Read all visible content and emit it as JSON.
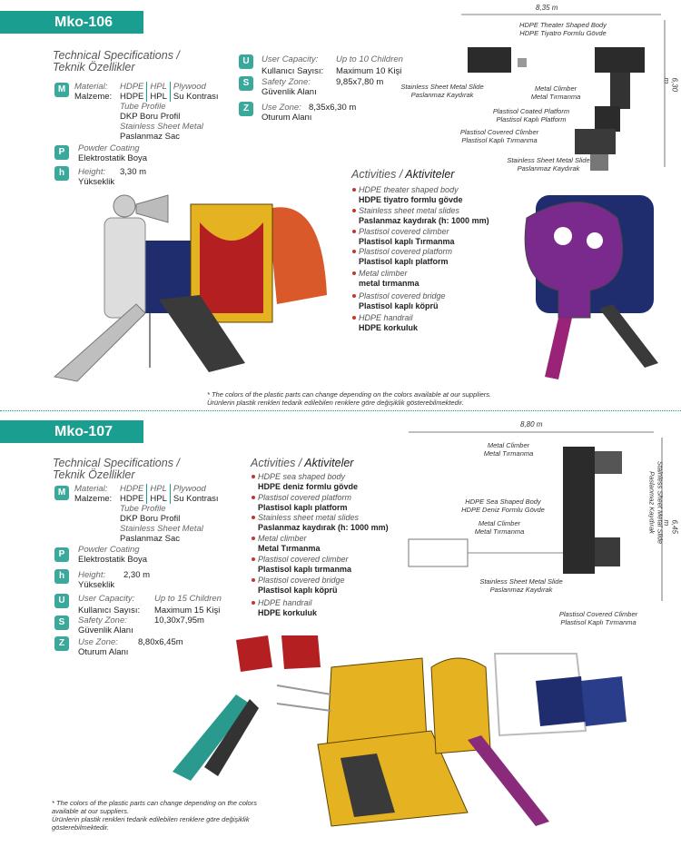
{
  "mko106": {
    "tag": "Mko-106",
    "tech_title_en": "Technical Specifications /",
    "tech_title_tr": "Teknik Özellikler",
    "material": {
      "label_en": "Material:",
      "label_tr": "Malzeme:",
      "col1_en": "HDPE",
      "col1_tr": "HDPE",
      "col2_en": "HPL",
      "col2_tr": "HPL",
      "col3_en": "Plywood",
      "col3_tr": "Su Kontrası",
      "tube_en": "Tube Profile",
      "tube_tr": "DKP Boru Profil",
      "sheet_en": "Stainless Sheet Metal",
      "sheet_tr": "Paslanmaz Sac"
    },
    "powder_en": "Powder Coating",
    "powder_tr": "Elektrostatik Boya",
    "height_label_en": "Height:",
    "height_value": "3,30 m",
    "height_label_tr": "Yükseklik",
    "capacity_label_en": "User Capacity:",
    "capacity_value_en": "Up to 10 Children",
    "capacity_label_tr": "Kullanıcı Sayısı:",
    "capacity_value_tr": "Maximum 10 Kişi",
    "safety_label_en": "Safety Zone:",
    "safety_value": "9,85x7,80 m",
    "safety_label_tr": "Güvenlik Alanı",
    "use_label_en": "Use Zone:",
    "use_value": "8,35x6,30 m",
    "use_label_tr": "Oturum Alanı",
    "activities_title_en": "Activities /",
    "activities_title_tr": "Aktiviteler",
    "activities": [
      {
        "en": "HDPE theater shaped body",
        "tr": "HDPE tiyatro formlu gövde"
      },
      {
        "en": "Stainless sheet metal slides",
        "tr": "Paslanmaz kaydırak (h: 1000 mm)"
      },
      {
        "en": "Plastisol covered climber",
        "tr": "Plastisol kaplı Tırmanma"
      },
      {
        "en": "Plastisol covered platform",
        "tr": "Plastisol kaplı platform"
      },
      {
        "en": "Metal climber",
        "tr": "metal tırmanma"
      },
      {
        "en": "Plastisol covered bridge",
        "tr": "Plastisol kaplı köprü"
      },
      {
        "en": "HDPE handrail",
        "tr": "HDPE korkuluk"
      }
    ],
    "dim_width": "8,35 m",
    "dim_height": "6,30 m",
    "diagram_labels": [
      {
        "en": "HDPE Theater Shaped Body",
        "tr": "HDPE Tiyatro Formlu Gövde"
      },
      {
        "en": "Stainless Sheet Metal Slide",
        "tr": "Paslanmaz Kaydırak"
      },
      {
        "en": "Metal Climber",
        "tr": "Metal Tırmanma"
      },
      {
        "en": "Plastisol Coated Platform",
        "tr": "Plastisol Kaplı Platform"
      },
      {
        "en": "Plastisol Covered Climber",
        "tr": "Plastisol Kaplı Tırmanma"
      },
      {
        "en": "Stainless Sheet Metal Slide",
        "tr": "Paslanmaz Kaydırak"
      }
    ],
    "note_en": "* The colors of the plastic parts can change depending on the colors available at our suppliers.",
    "note_tr": "Ürünlerin plastik renkleri tedarik edilebilen renklere göre değişiklik gösterebilmektedir."
  },
  "mko107": {
    "tag": "Mko-107",
    "tech_title_en": "Technical Specifications /",
    "tech_title_tr": "Teknik Özellikler",
    "material": {
      "label_en": "Material:",
      "label_tr": "Malzeme:",
      "col1_en": "HDPE",
      "col1_tr": "HDPE",
      "col2_en": "HPL",
      "col2_tr": "HPL",
      "col3_en": "Plywood",
      "col3_tr": "Su Kontrası",
      "tube_en": "Tube Profile",
      "tube_tr": "DKP Boru Profil",
      "sheet_en": "Stainless Sheet Metal",
      "sheet_tr": "Paslanmaz Sac"
    },
    "powder_en": "Powder Coating",
    "powder_tr": "Elektrostatik Boya",
    "height_label_en": "Height:",
    "height_value": "2,30 m",
    "height_label_tr": "Yükseklik",
    "capacity_label_en": "User Capacity:",
    "capacity_value_en": "Up to 15 Children",
    "capacity_label_tr": "Kullanıcı Sayısı:",
    "capacity_value_tr": "Maximum 15 Kişi",
    "safety_label_en": "Safety Zone:",
    "safety_value": "10,30x7,95m",
    "safety_label_tr": "Güvenlik Alanı",
    "use_label_en": "Use Zone:",
    "use_value": "8,80x6,45m",
    "use_label_tr": "Oturum Alanı",
    "activities_title_en": "Activities /",
    "activities_title_tr": "Aktiviteler",
    "activities": [
      {
        "en": "HDPE sea shaped body",
        "tr": "HDPE deniz formlu gövde"
      },
      {
        "en": "Plastisol covered platform",
        "tr": "Plastisol kaplı platform"
      },
      {
        "en": "Stainless sheet metal slides",
        "tr": "Paslanmaz kaydırak (h: 1000 mm)"
      },
      {
        "en": "Metal climber",
        "tr": "Metal Tırmanma"
      },
      {
        "en": "Plastisol covered climber",
        "tr": "Plastisol kaplı tırmanma"
      },
      {
        "en": "Plastisol covered bridge",
        "tr": "Plastisol kaplı köprü"
      },
      {
        "en": "HDPE handrail",
        "tr": "HDPE korkuluk"
      }
    ],
    "dim_width": "8,80 m",
    "dim_height": "6,45 m",
    "diagram_labels": [
      {
        "en": "Metal Climber",
        "tr": "Metal Tırmanma"
      },
      {
        "en": "HDPE Sea Shaped Body",
        "tr": "HDPE Deniz Formlu Gövde"
      },
      {
        "en": "Metal Climber",
        "tr": "Metal Tırmanma"
      },
      {
        "en": "Stainless Sheet Metal Slide",
        "tr": "Paslanmaz Kaydırak"
      },
      {
        "en": "Plastisol Covered Climber",
        "tr": "Plastisol Kaplı Tırmanma"
      },
      {
        "en": "Stainless Sheet Metal Slide",
        "tr": "Paslanmaz Kaydırak"
      }
    ],
    "note_en": "* The colors of the plastic parts can change depending on the colors available at our suppliers.",
    "note_tr": "Ürünlerin plastik renkleri tedarik edilebilen renklere göre değişiklik gösterebilmektedir."
  },
  "colors": {
    "accent": "#1a9e8f",
    "bullet": "#c0392b"
  },
  "icons": [
    "material-icon",
    "paint-icon",
    "height-icon",
    "users-icon",
    "safety-zone-icon",
    "use-zone-icon"
  ]
}
